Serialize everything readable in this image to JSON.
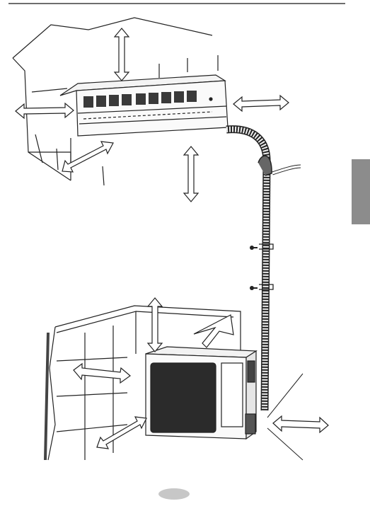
{
  "page": {
    "section_tab_color": "#8c8c8c",
    "rule_color": "#6e6e6e",
    "page_marker_color": "#c7c7c7"
  },
  "illustration": {
    "indoor_unit_icon": "wall-mounted-indoor-unit",
    "outdoor_unit_icon": "outdoor-condenser-unit",
    "clearance_arrows": 10,
    "pipe_clamps": 2,
    "wall_screws": 2
  }
}
